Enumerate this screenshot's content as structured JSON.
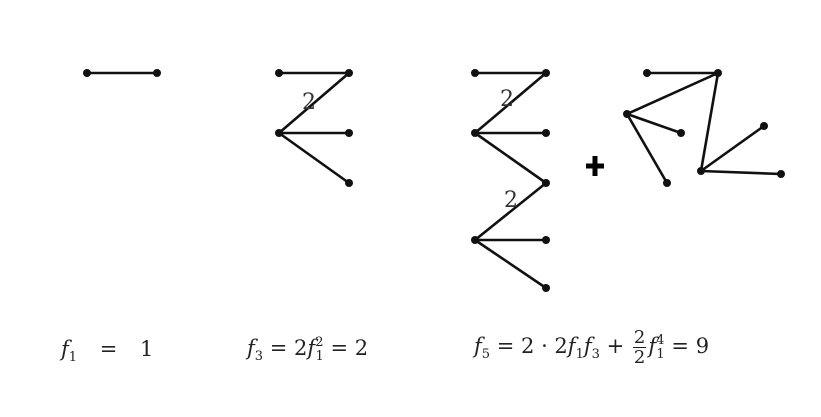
{
  "multiplicity_label": "2",
  "f1": {
    "symbol": "f",
    "sub": "1",
    "eq": "=",
    "value": "1"
  },
  "f3": {
    "symbol": "f",
    "sub": "3",
    "eq": "=",
    "coef": "2",
    "term_symbol": "f",
    "term_sub": "1",
    "term_sup": "2",
    "eq2": "=",
    "value": "2"
  },
  "f5": {
    "symbol": "f",
    "sub": "5",
    "eq": "=",
    "term1_coef": "2 · 2",
    "term1_f_a_sub": "1",
    "term1_f_b_sub": "3",
    "plus": "+",
    "frac_num": "2",
    "frac_den": "2",
    "term2_sub": "1",
    "term2_sup": "4",
    "eq2": "=",
    "value": "9"
  }
}
